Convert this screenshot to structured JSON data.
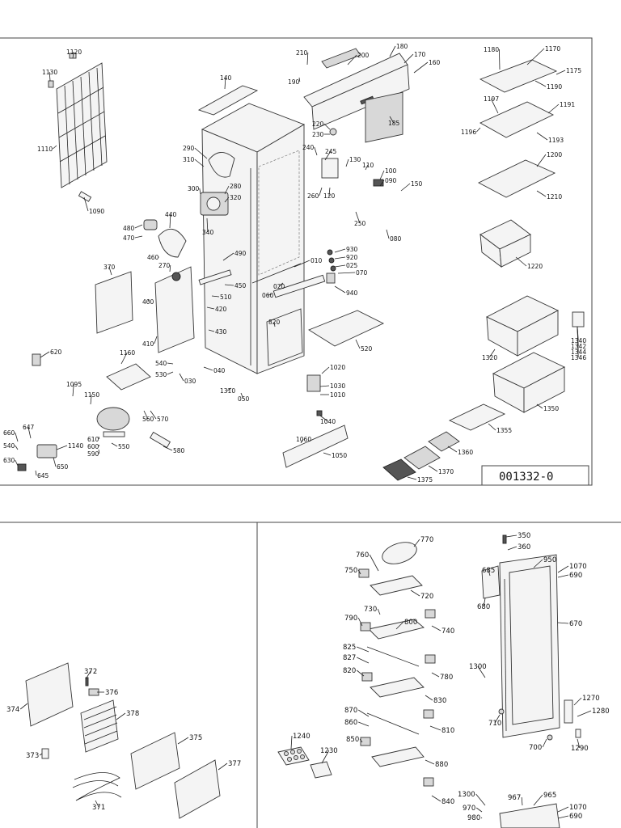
{
  "diagram": {
    "reference_number": "001332-0",
    "panel_main_labels": [
      "1120",
      "1130",
      "1110",
      "1090",
      "140",
      "210",
      "190",
      "200",
      "180",
      "170",
      "160",
      "220",
      "230",
      "185",
      "290",
      "310",
      "300",
      "280",
      "320",
      "340",
      "240",
      "245",
      "130",
      "110",
      "100",
      "090",
      "150",
      "260",
      "120",
      "250",
      "080",
      "480",
      "470",
      "440",
      "460",
      "370",
      "270",
      "490",
      "450",
      "510",
      "420",
      "400",
      "410",
      "430",
      "540",
      "530",
      "030",
      "040",
      "1310",
      "050",
      "010",
      "020",
      "060",
      "930",
      "920",
      "025",
      "070",
      "940",
      "820",
      "520",
      "1020",
      "1030",
      "1010",
      "1040",
      "1060",
      "1050",
      "620",
      "1160",
      "1095",
      "1150",
      "560",
      "570",
      "660",
      "647",
      "540",
      "610",
      "600",
      "590",
      "550",
      "1140",
      "630",
      "650",
      "645",
      "580",
      "1180",
      "1170",
      "1175",
      "1190",
      "1197",
      "1191",
      "1196",
      "1193",
      "1200",
      "1210",
      "1220",
      "1340",
      "1342",
      "1344",
      "1346",
      "1320",
      "1350",
      "1355",
      "1360",
      "1370",
      "1375"
    ],
    "panel_left_labels": [
      "372",
      "376",
      "374",
      "378",
      "375",
      "373",
      "377",
      "371"
    ],
    "panel_right_labels": [
      "770",
      "760",
      "750",
      "720",
      "730",
      "800",
      "790",
      "740",
      "825",
      "827",
      "820",
      "780",
      "830",
      "870",
      "860",
      "850",
      "810",
      "1240",
      "1230",
      "880",
      "840",
      "1300",
      "967",
      "965",
      "970",
      "980",
      "350",
      "360",
      "685",
      "950",
      "1070",
      "690",
      "680",
      "670",
      "1300",
      "1270",
      "1280",
      "710",
      "700",
      "1290",
      "1070",
      "690"
    ]
  }
}
